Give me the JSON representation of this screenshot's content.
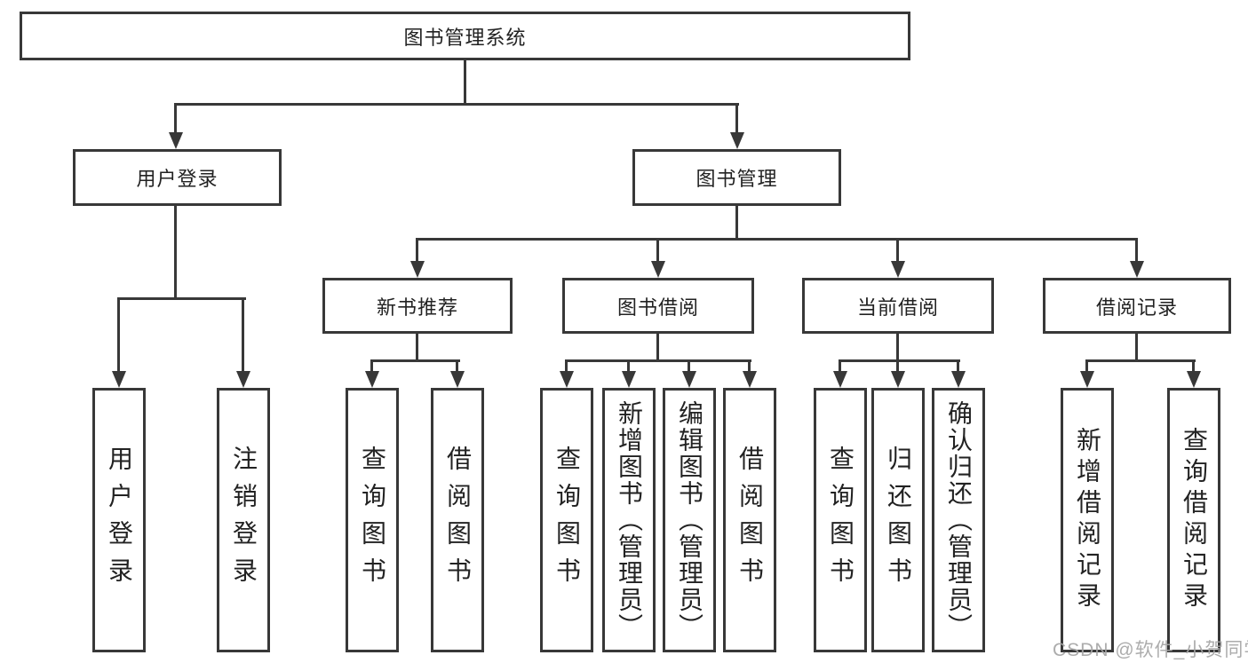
{
  "tree": {
    "label": "图书管理系统",
    "children": [
      {
        "label": "用户登录",
        "children": [
          {
            "label": "用户登录"
          },
          {
            "label": "注销登录"
          }
        ]
      },
      {
        "label": "图书管理",
        "children": [
          {
            "label": "新书推荐",
            "children": [
              {
                "label": "查询图书"
              },
              {
                "label": "借阅图书"
              }
            ]
          },
          {
            "label": "图书借阅",
            "children": [
              {
                "label": "查询图书"
              },
              {
                "label": "新增图书（管理员）"
              },
              {
                "label": "编辑图书（管理员）"
              },
              {
                "label": "借阅图书"
              }
            ]
          },
          {
            "label": "当前借阅",
            "children": [
              {
                "label": "查询图书"
              },
              {
                "label": "归还图书"
              },
              {
                "label": "确认归还（管理员）"
              }
            ]
          },
          {
            "label": "借阅记录",
            "children": [
              {
                "label": "新增借阅记录"
              },
              {
                "label": "查询借阅记录"
              }
            ]
          }
        ]
      }
    ]
  },
  "watermark": {
    "text": "CSDN @软件_小贺同学"
  },
  "colors": {
    "line": "#383838",
    "text": "#222222",
    "watermark": "#a6a6a6",
    "background": "#ffffff"
  }
}
